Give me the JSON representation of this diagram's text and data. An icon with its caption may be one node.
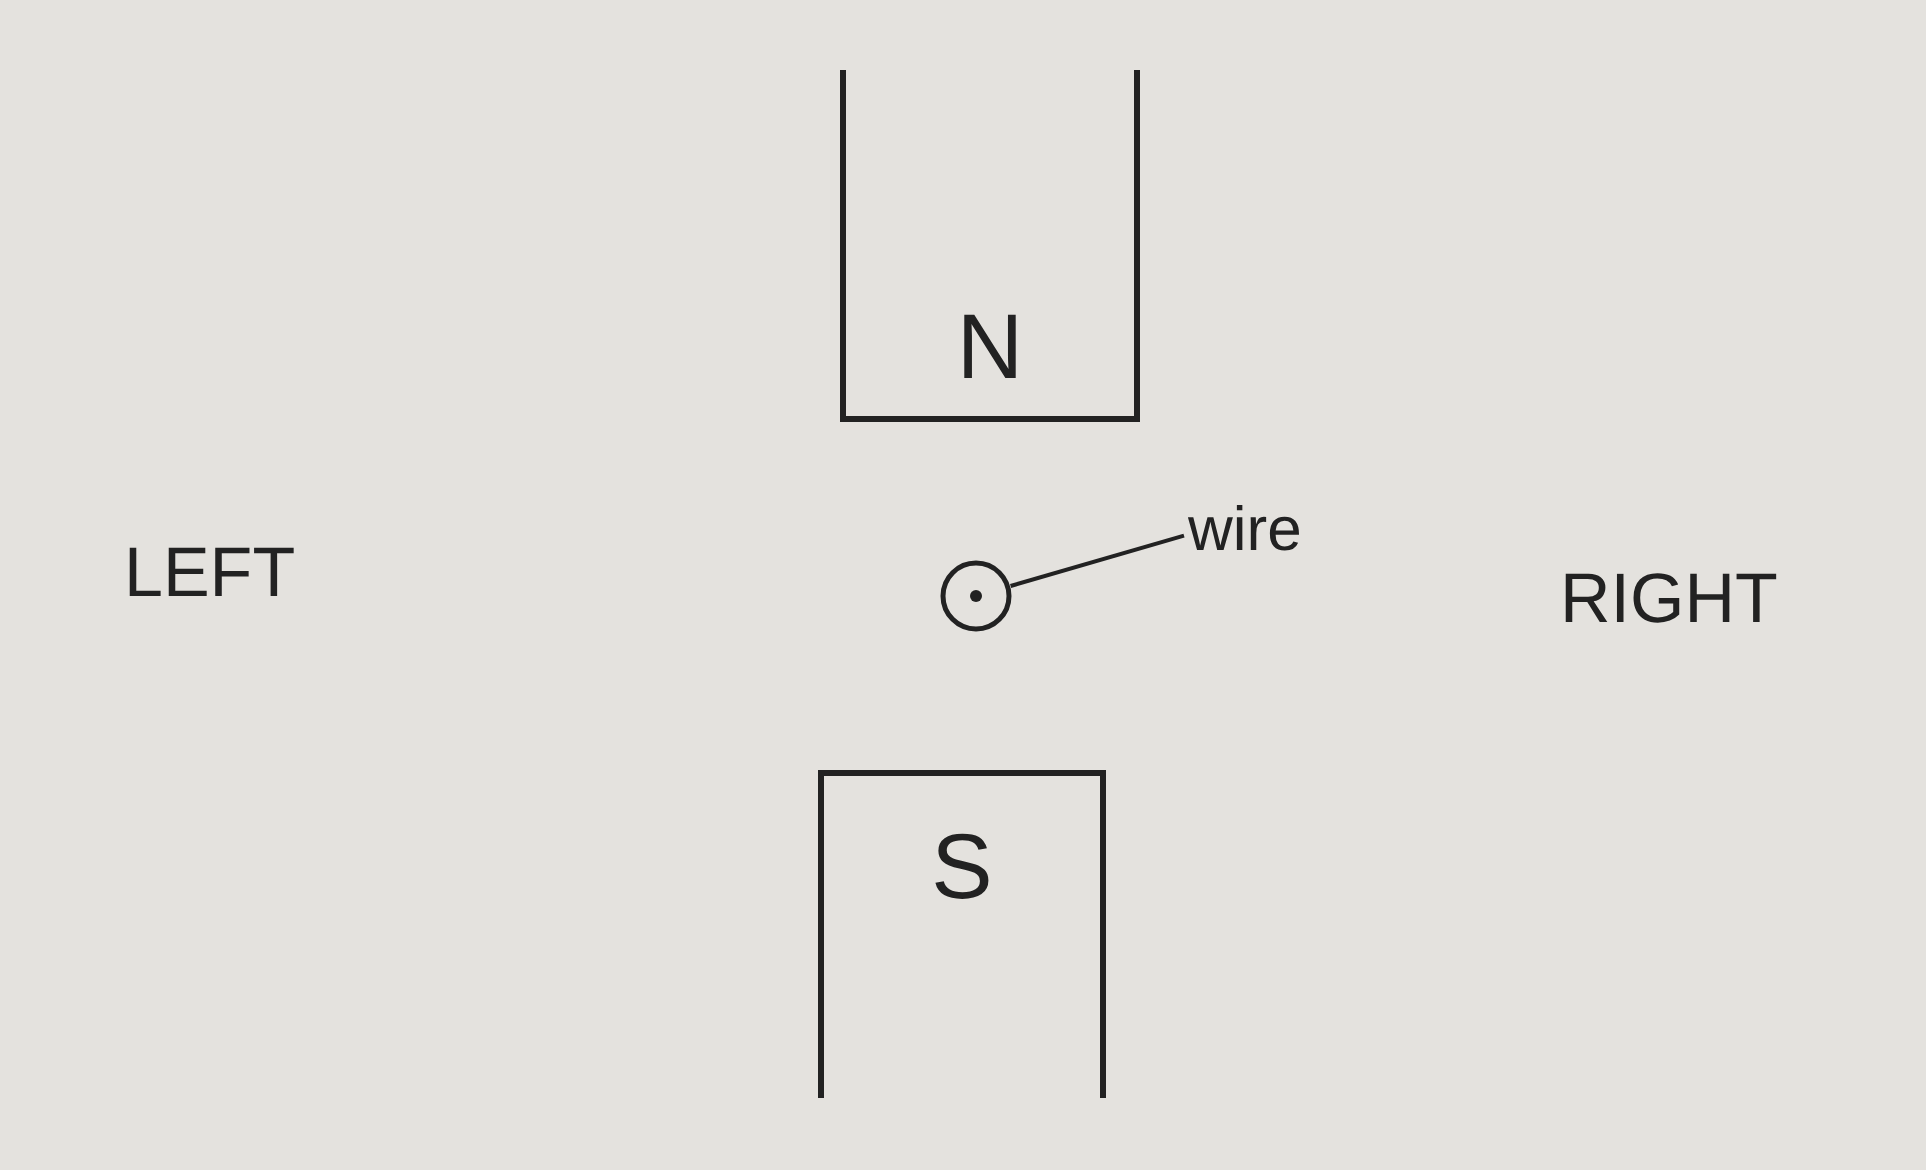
{
  "diagram": {
    "nodes": [
      {
        "text": [
          "N"
        ]
      },
      {
        "text": [
          "wire"
        ]
      },
      {
        "text": [],
        "shape": "circle"
      },
      {
        "text": [
          "S"
        ]
      }
    ],
    "edges": [
      {
        "from": 1,
        "to": 2,
        "arrow": "none"
      }
    ],
    "labels": [
      "LEFT",
      "RIGHT"
    ]
  }
}
